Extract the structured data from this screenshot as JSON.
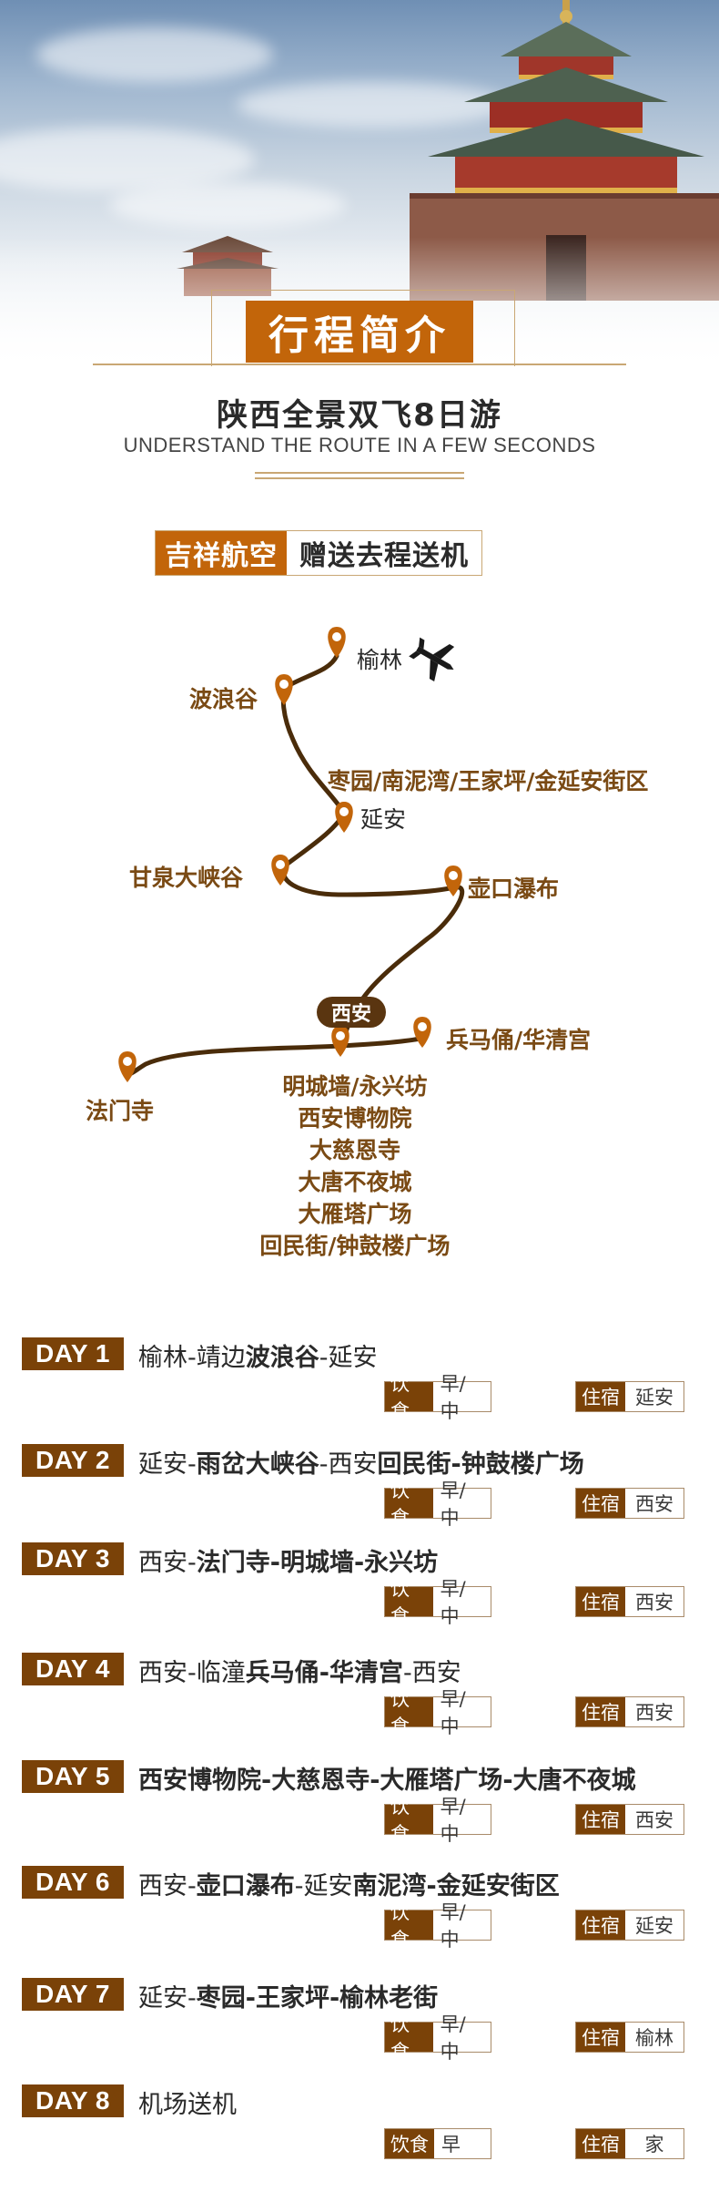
{
  "header": {
    "title": "行程简介",
    "subtitle": "陕西全景双飞8日游",
    "subtitle_en": "UNDERSTAND THE ROUTE IN A FEW SECONDS"
  },
  "banner": {
    "airline": "吉祥航空",
    "offer": "赠送去程送机"
  },
  "map": {
    "labels": {
      "yulin": "榆林",
      "bolanggu": "波浪谷",
      "yanan_sites": "枣园/南泥湾/王家坪/金延安街区",
      "yanan": "延安",
      "ganquan": "甘泉大峡谷",
      "hukou": "壶口瀑布",
      "xian": "西安",
      "bingmayong": "兵马俑/华清宫",
      "famensi": "法门寺",
      "xian_sites": [
        "明城墙/永兴坊",
        "西安博物院",
        "大慈恩寺",
        "大唐不夜城",
        "大雁塔广场",
        "回民街/钟鼓楼广场"
      ]
    },
    "colors": {
      "route": "#4a2c0a",
      "pin": "#c2650a"
    }
  },
  "meal_key": "饮食",
  "stay_key": "住宿",
  "days": [
    {
      "label": "DAY 1",
      "route": [
        {
          "t": "榆林-靖边",
          "b": false
        },
        {
          "t": "波浪谷",
          "b": true
        },
        {
          "t": "-延安",
          "b": false
        }
      ],
      "meal": "早/中",
      "stay": "延安"
    },
    {
      "label": "DAY 2",
      "route": [
        {
          "t": "延安-",
          "b": false
        },
        {
          "t": "雨岔大峡谷",
          "b": true
        },
        {
          "t": "-西安",
          "b": false
        },
        {
          "t": "回民街-钟鼓楼广场",
          "b": true
        }
      ],
      "meal": "早/中",
      "stay": "西安"
    },
    {
      "label": "DAY 3",
      "route": [
        {
          "t": "西安-",
          "b": false
        },
        {
          "t": "法门寺-明城墙-永兴坊",
          "b": true
        }
      ],
      "meal": "早/中",
      "stay": "西安"
    },
    {
      "label": "DAY 4",
      "route": [
        {
          "t": "西安-临潼",
          "b": false
        },
        {
          "t": "兵马俑-华清宫",
          "b": true
        },
        {
          "t": "-西安",
          "b": false
        }
      ],
      "meal": "早/中",
      "stay": "西安"
    },
    {
      "label": "DAY 5",
      "route": [
        {
          "t": "西安博物院-大慈恩寺-大雁塔广场-大唐不夜城",
          "b": true
        }
      ],
      "meal": "早/中",
      "stay": "西安"
    },
    {
      "label": "DAY 6",
      "route": [
        {
          "t": "西安-",
          "b": false
        },
        {
          "t": "壶口瀑布",
          "b": true
        },
        {
          "t": "-延安",
          "b": false
        },
        {
          "t": "南泥湾-金延安街区",
          "b": true
        }
      ],
      "meal": "早/中",
      "stay": "延安"
    },
    {
      "label": "DAY 7",
      "route": [
        {
          "t": "延安-",
          "b": false
        },
        {
          "t": "枣园-王家坪-榆林老街",
          "b": true
        }
      ],
      "meal": "早/中",
      "stay": "榆林"
    },
    {
      "label": "DAY 8",
      "route": [
        {
          "t": "机场送机",
          "b": false
        }
      ],
      "meal": "早",
      "stay": "家"
    }
  ]
}
